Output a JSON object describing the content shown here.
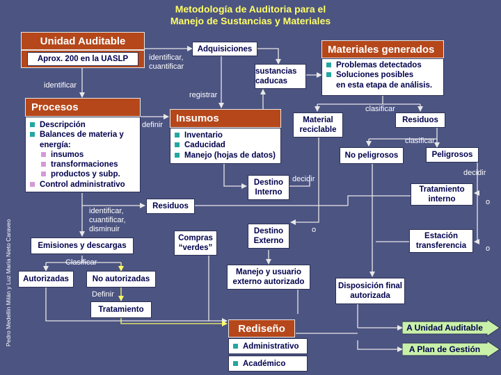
{
  "title": {
    "line1": "Metodología de Auditoria para el",
    "line2": "Manejo de Sustancias y Materiales"
  },
  "author_credit": "Pedro Medellín Milán y Luz María Nieto Caraveo",
  "unidad": {
    "title": "Unidad Auditable",
    "sub": "Aprox. 200 en la UASLP"
  },
  "procesos": {
    "title": "Procesos",
    "items": [
      "Descripción",
      "Balances de materia y energía:"
    ],
    "subitems": [
      "insumos",
      "transformaciones",
      "productos y subp."
    ],
    "last": "Control administrativo"
  },
  "insumos": {
    "title": "Insumos",
    "items": [
      "Inventario",
      "Caducidad",
      "Manejo (hojas de datos)"
    ]
  },
  "materiales": {
    "title": "Materiales generados",
    "items": [
      "Problemas detectados",
      "Soluciones posibles",
      "en esta etapa de análisis."
    ]
  },
  "rediseno": {
    "title": "Rediseño",
    "items": [
      "Administrativo",
      "Académico"
    ]
  },
  "boxes": {
    "adquisiciones": "Adquisiciones",
    "sustancias": "sustancias caducas",
    "material_reciclable": "Material reciclable",
    "residuos_top": "Residuos",
    "no_peligrosos": "No peligrosos",
    "peligrosos": "Peligrosos",
    "destino_interno": "Destino Interno",
    "tratamiento_interno": "Tratamiento interno",
    "residuos_mid": "Residuos",
    "destino_externo": "Destino Externo",
    "estacion": "Estación transferencia",
    "compras": "Compras “verdes”",
    "emisiones": "Emisiones y descargas",
    "autorizadas": "Autorizadas",
    "no_autorizadas": "No autorizadas",
    "tratamiento": "Tratamiento",
    "manejo_externo": "Manejo y usuario externo autorizado",
    "disposicion": "Disposición final autorizada"
  },
  "arrows": {
    "unidad_auditable": "A Unidad Auditable",
    "plan_gestion": "A Plan de Gestión"
  },
  "labels": {
    "identificar_cuantificar": "identificar, cuantificar",
    "identificar": "identificar",
    "registrar": "registrar",
    "definir": "definir",
    "clasificar1": "clasificar",
    "clasificar2": "clasificar",
    "decidir1": "decidir",
    "decidir2": "decidir",
    "identificar_disminuir": "identificar, cuantificar, disminuir",
    "clasificar_cap": "Clasificar",
    "definir_cap": "Definir",
    "o1": "o",
    "o2": "o",
    "o3": "o"
  },
  "colors": {
    "background": "#4c5482",
    "header": "#b5471a",
    "title": "#ffff66",
    "bullet": "#26a6a0",
    "subbullet": "#d49ad8",
    "line": "#e8e8e8",
    "yellow_line": "#ffff66",
    "arrow_fill": "#c8f0a8"
  },
  "icons": {
    "bullet": "square",
    "subbullet": "square"
  }
}
